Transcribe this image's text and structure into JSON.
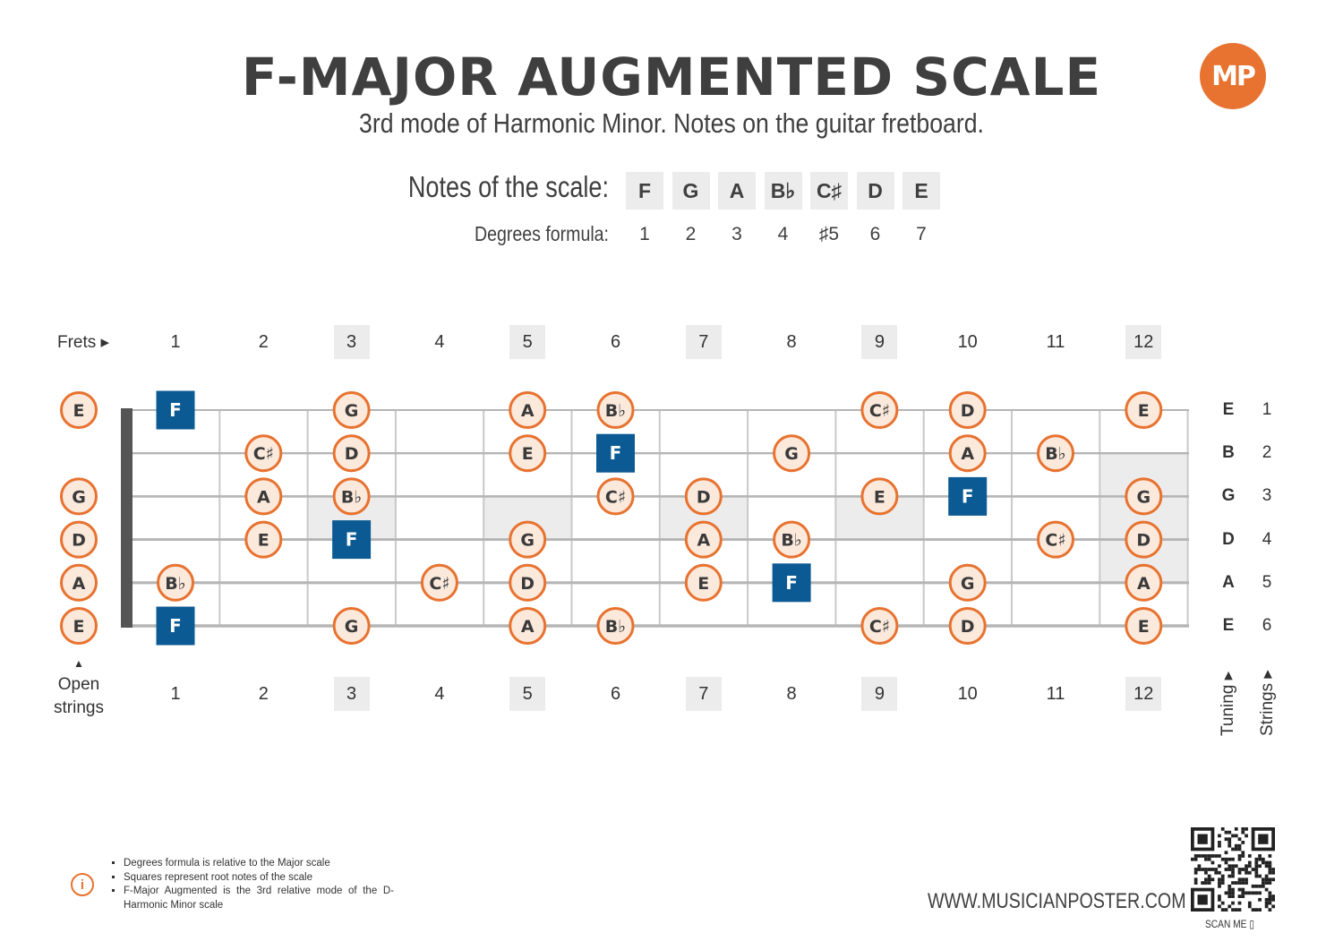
{
  "title": "F-MAJOR AUGMENTED SCALE",
  "subtitle": "3rd mode of Harmonic Minor. Notes on the guitar fretboard.",
  "logo_text": "MP",
  "scale_section": {
    "notes_label": "Notes of the scale:",
    "degrees_label": "Degrees formula:",
    "notes": [
      "F",
      "G",
      "A",
      "B♭",
      "C♯",
      "D",
      "E"
    ],
    "degrees": [
      "1",
      "2",
      "3",
      "4",
      "♯5",
      "6",
      "7"
    ]
  },
  "fretboard": {
    "frets_label": "Frets ▸",
    "fret_numbers": [
      "1",
      "2",
      "3",
      "4",
      "5",
      "6",
      "7",
      "8",
      "9",
      "10",
      "11",
      "12"
    ],
    "marked_frets": [
      3,
      5,
      7,
      9,
      12
    ],
    "open_label_line1": "Open",
    "open_label_line2": "strings",
    "open_arrow": "▲",
    "tuning_label": "Tuning ▸",
    "strings_label": "Strings ▸",
    "tuning": [
      "E",
      "B",
      "G",
      "D",
      "A",
      "E"
    ],
    "string_numbers": [
      "1",
      "2",
      "3",
      "4",
      "5",
      "6"
    ],
    "open_notes": [
      "E",
      "",
      "G",
      "D",
      "A",
      "E"
    ],
    "strings": [
      {
        "notes": {
          "1": "F",
          "3": "G",
          "5": "A",
          "6": "B♭",
          "9": "C♯",
          "10": "D",
          "12": "E"
        },
        "roots": [
          1
        ]
      },
      {
        "notes": {
          "2": "C♯",
          "3": "D",
          "5": "E",
          "6": "F",
          "8": "G",
          "10": "A",
          "11": "B♭"
        },
        "roots": [
          6
        ]
      },
      {
        "notes": {
          "2": "A",
          "3": "B♭",
          "6": "C♯",
          "7": "D",
          "9": "E",
          "10": "F",
          "12": "G"
        },
        "roots": [
          10
        ]
      },
      {
        "notes": {
          "2": "E",
          "3": "F",
          "5": "G",
          "7": "A",
          "8": "B♭",
          "11": "C♯",
          "12": "D"
        },
        "roots": [
          3
        ]
      },
      {
        "notes": {
          "1": "B♭",
          "4": "C♯",
          "5": "D",
          "7": "E",
          "8": "F",
          "10": "G",
          "12": "A"
        },
        "roots": [
          8
        ]
      },
      {
        "notes": {
          "1": "F",
          "3": "G",
          "5": "A",
          "6": "B♭",
          "9": "C♯",
          "10": "D",
          "12": "E"
        },
        "roots": [
          1
        ]
      }
    ]
  },
  "info_notes": [
    "Degrees formula is relative to the Major scale",
    "Squares represent root notes of the scale",
    "F-Major Augmented is the 3rd relative mode of the D-Harmonic Minor scale"
  ],
  "website": "WWW.MUSICIANPOSTER.COM",
  "scan_label": "SCAN ME",
  "colors": {
    "accent": "#e8722f",
    "root": "#0c5a93",
    "note_fill": "#fbe9dc",
    "text": "#3f3f3f"
  }
}
